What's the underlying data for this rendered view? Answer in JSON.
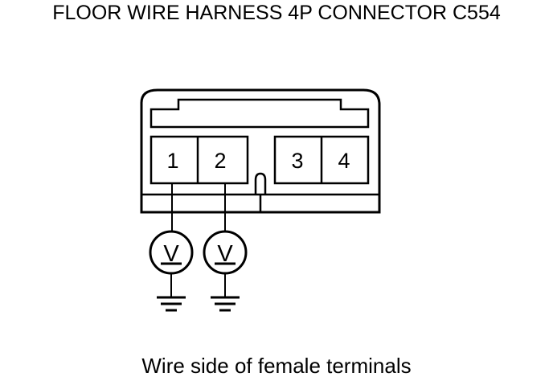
{
  "header": {
    "title": "FLOOR WIRE HARNESS 4P CONNECTOR C554"
  },
  "connector": {
    "terminals": [
      {
        "number": "1"
      },
      {
        "number": "2"
      },
      {
        "number": "3"
      },
      {
        "number": "4"
      }
    ],
    "voltmeter_symbol": "V"
  },
  "footer": {
    "caption": "Wire side of female terminals"
  }
}
